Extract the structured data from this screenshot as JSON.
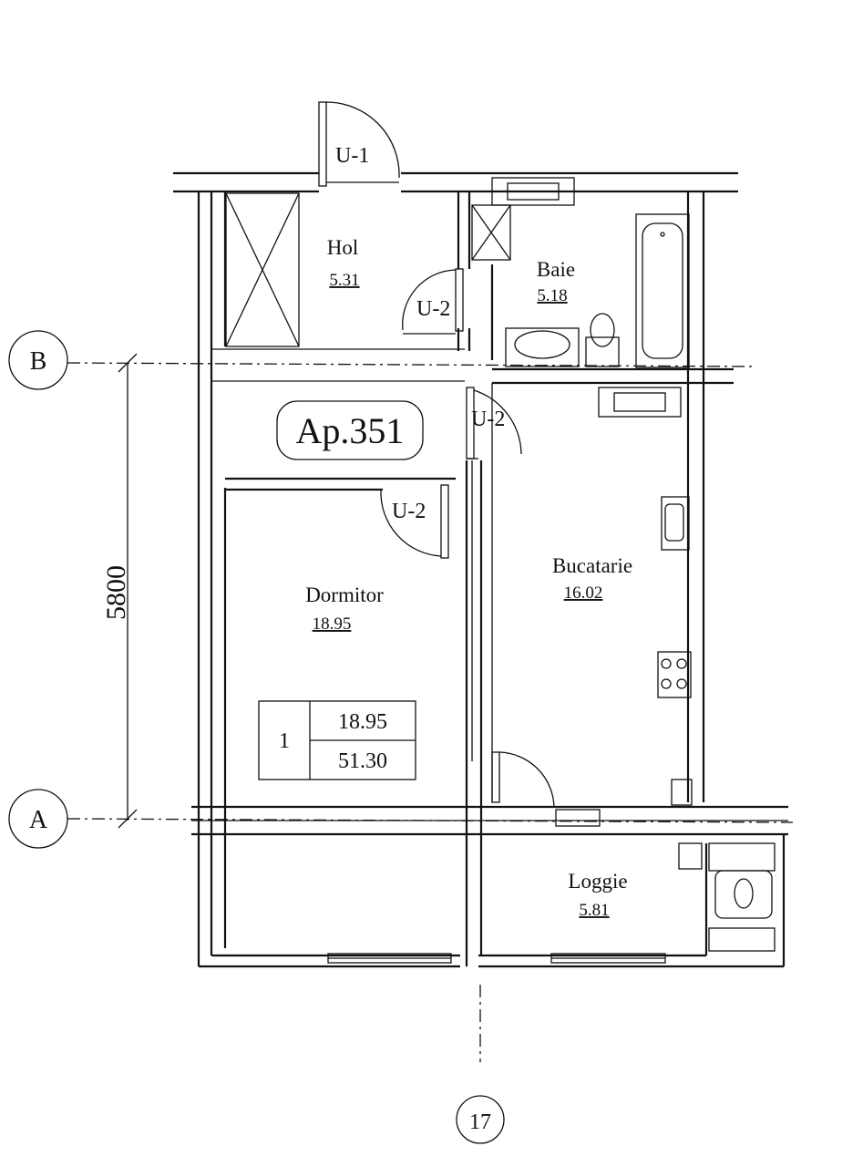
{
  "apartment": {
    "label": "Ap.351"
  },
  "rooms": {
    "hol": {
      "name": "Hol",
      "area": "5.31"
    },
    "baie": {
      "name": "Baie",
      "area": "5.18"
    },
    "dormitor": {
      "name": "Dormitor",
      "area": "18.95"
    },
    "bucatarie": {
      "name": "Bucatarie",
      "area": "16.02"
    },
    "loggie": {
      "name": "Loggie",
      "area": "5.81"
    }
  },
  "doors": {
    "entrance": "U-1",
    "hol_baie": "U-2",
    "hall_kitchen": "U-2",
    "bedroom": "U-2"
  },
  "axes": {
    "b": "B",
    "a": "A",
    "col": "17"
  },
  "dimension": {
    "ab": "5800"
  },
  "summary_table": {
    "rooms_count": "1",
    "living_area": "18.95",
    "total_area": "51.30"
  }
}
